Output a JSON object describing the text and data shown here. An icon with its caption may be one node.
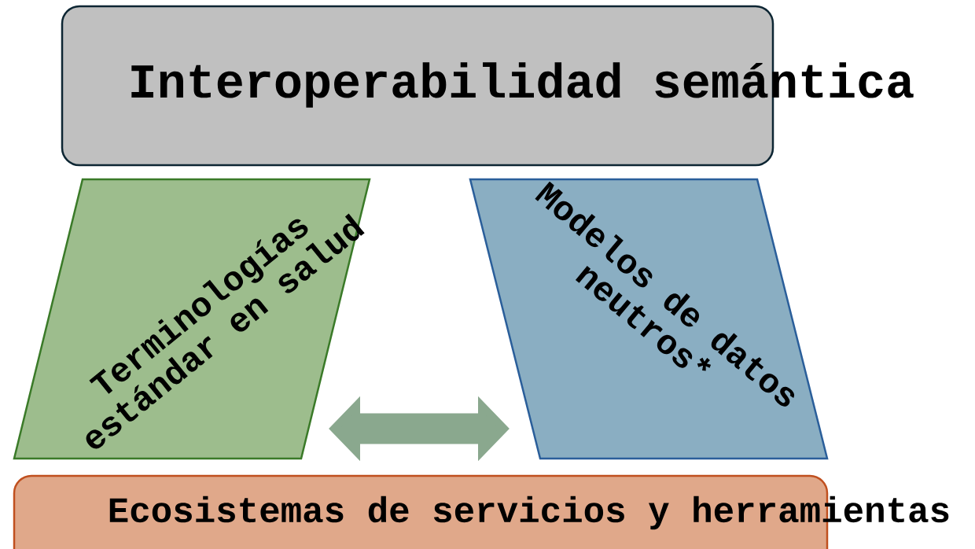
{
  "diagram": {
    "nodes": [
      {
        "text": [
          "Interoperabilidad semántica"
        ]
      },
      {
        "text": [
          "Terminologías estándar en salud"
        ]
      },
      {
        "text": [
          "Modelos de datos neutros*"
        ]
      },
      {
        "text": [
          "Ecosistemas de servicios y herramientas"
        ]
      }
    ],
    "edges": [
      {
        "from": 1,
        "to": 2,
        "arrow": "both"
      }
    ]
  }
}
